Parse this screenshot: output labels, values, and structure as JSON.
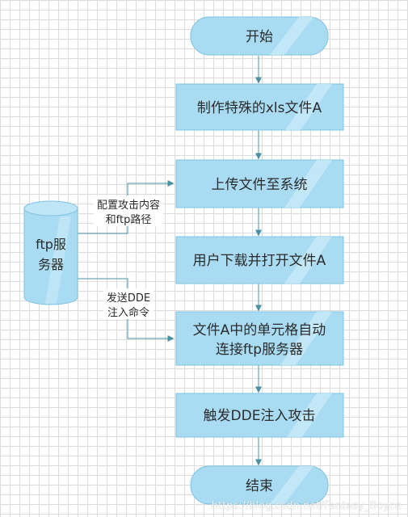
{
  "nodes": {
    "start": "开始",
    "step1": "制作特殊的xls文件A",
    "step2": "上传文件至系统",
    "step3": "用户下载并打开文件A",
    "step4_line1": "文件A中的单元格自动",
    "step4_line2": "连接ftp服务器",
    "step5": "触发DDE注入攻击",
    "end": "结束"
  },
  "server": {
    "line1": "ftp服",
    "line2": "务器"
  },
  "edges": {
    "config_line1": "配置攻击内容",
    "config_line2": "和ftp路径",
    "dde_line1": "发送DDE",
    "dde_line2": "注入命令"
  },
  "watermark": "https://blog.csdn.net/Fantasy_Boyce",
  "colors": {
    "fill": "#a9dcf2",
    "stripe": "#c8eaf8",
    "border": "#7ec3df",
    "edge": "#4a90a4",
    "text": "#2b2b2b"
  }
}
